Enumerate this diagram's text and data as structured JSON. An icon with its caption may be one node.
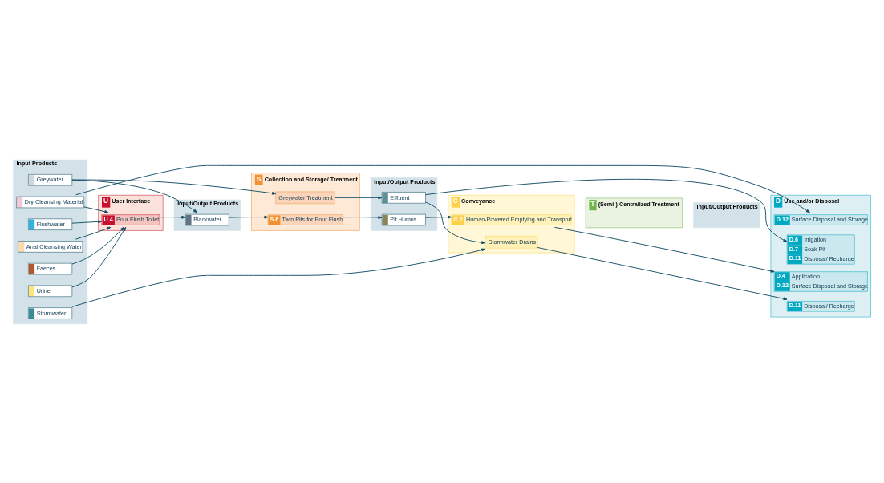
{
  "diagram": {
    "nodes": [
      {
        "text": [
          "Input Products"
        ]
      },
      {
        "text": [
          "U",
          "User Interface"
        ]
      },
      {
        "text": [
          "Input/Output Products"
        ]
      },
      {
        "text": [
          "S",
          "Collection and Storage/ Treatment"
        ]
      },
      {
        "text": [
          "Input/Output Products"
        ]
      },
      {
        "text": [
          "C",
          "Conveyance"
        ]
      },
      {
        "text": [
          "T",
          "(Semi-) Centralized Treatment"
        ]
      },
      {
        "text": [
          "Input/Output Products"
        ]
      },
      {
        "text": [
          "D",
          "Use and/or Disposal"
        ]
      },
      {
        "text": [
          "Dry Cleansing Material"
        ],
        "in": 0
      },
      {
        "text": [
          "Faeces"
        ],
        "in": 0
      },
      {
        "text": [
          "Urine"
        ],
        "in": 0
      },
      {
        "text": [
          "Flushwater"
        ],
        "in": 0
      },
      {
        "text": [
          "Anal Cleansing Water"
        ],
        "in": 0
      },
      {
        "text": [
          "Greywater"
        ],
        "in": 0
      },
      {
        "text": [
          "Stormwater"
        ],
        "in": 0
      },
      {
        "text": [
          "U.4",
          "Pour Flush Toilet"
        ],
        "in": 1
      },
      {
        "text": [
          "Blackwater"
        ],
        "in": 2
      },
      {
        "text": [
          "S.6",
          "Twin Pits for Pour Flush"
        ],
        "in": 3
      },
      {
        "text": [
          "Greywater Treatment"
        ],
        "in": 3
      },
      {
        "text": [
          "Pit Humus"
        ],
        "in": 4
      },
      {
        "text": [
          "Effluent"
        ],
        "in": 4
      },
      {
        "text": [
          "C.2",
          "Human-Powered Emptying and Transport"
        ],
        "in": 5
      },
      {
        "text": [
          "Stormwater Drains"
        ],
        "in": 5
      },
      {
        "text": [
          "D.12",
          "Surface Disposal and Storage"
        ],
        "in": 8
      },
      {
        "text": [
          "D.4",
          "Application",
          "D.12",
          "Surface Disposal and Storage"
        ],
        "in": 8
      },
      {
        "text": [
          "D.6",
          "Irrigation",
          "D.7",
          "Soak Pit",
          "D.11",
          "Disposal/ Recharge"
        ],
        "in": 8
      },
      {
        "text": [
          "D.11",
          "Disposal/ Recharge"
        ],
        "in": 8
      }
    ],
    "edges": [
      {
        "from": 9,
        "to": 24,
        "arrow": "to"
      },
      {
        "from": 9,
        "to": 16,
        "arrow": "to"
      },
      {
        "from": 10,
        "to": 16,
        "arrow": "to"
      },
      {
        "from": 11,
        "to": 16,
        "arrow": "to"
      },
      {
        "from": 12,
        "to": 16,
        "arrow": "to"
      },
      {
        "from": 13,
        "to": 16,
        "arrow": "to"
      },
      {
        "from": 16,
        "to": 17,
        "arrow": "to"
      },
      {
        "from": 17,
        "to": 18,
        "arrow": "to"
      },
      {
        "from": 18,
        "to": 20,
        "arrow": "to"
      },
      {
        "from": 20,
        "to": 22,
        "arrow": "to"
      },
      {
        "from": 22,
        "to": 25,
        "arrow": "to"
      },
      {
        "from": 14,
        "to": 17,
        "arrow": "to"
      },
      {
        "from": 14,
        "to": 19,
        "arrow": "to"
      },
      {
        "from": 19,
        "to": 21,
        "arrow": "to"
      },
      {
        "from": 21,
        "to": 26,
        "arrow": "to"
      },
      {
        "from": 21,
        "to": 23,
        "arrow": "to"
      },
      {
        "from": 15,
        "to": 23,
        "arrow": "to"
      },
      {
        "from": 23,
        "to": 27,
        "arrow": "to"
      }
    ]
  }
}
